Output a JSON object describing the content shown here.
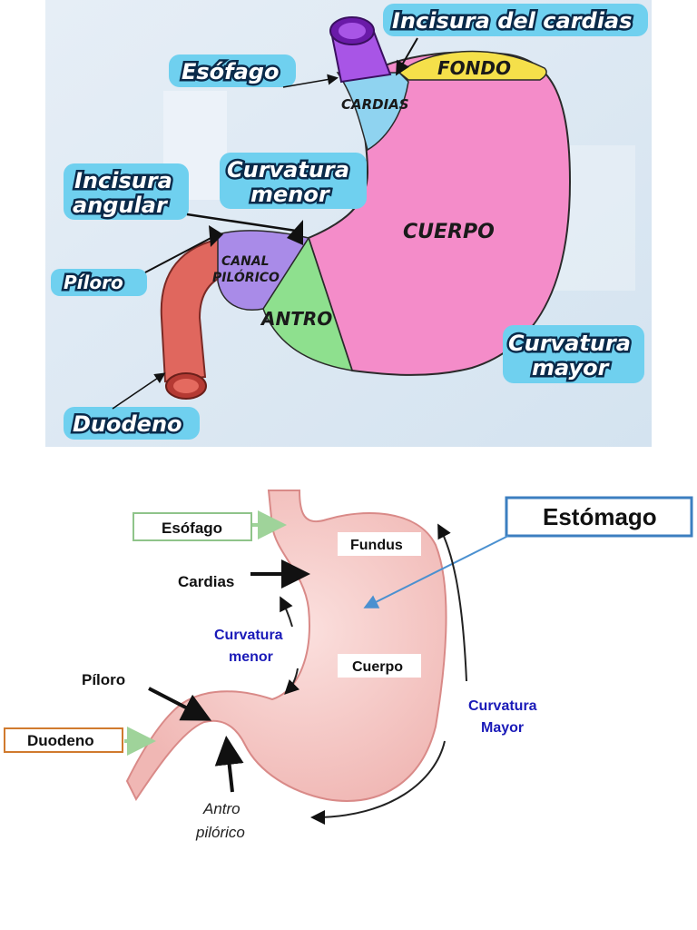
{
  "top_diagram": {
    "labels": {
      "incisura_cardias": "Incisura del cardias",
      "esofago": "Esófago",
      "fondo": "FONDO",
      "cardias": "CARDIAS",
      "curvatura_menor_1": "Curvatura",
      "curvatura_menor_2": "menor",
      "incisura_angular_1": "Incisura",
      "incisura_angular_2": "angular",
      "cuerpo": "CUERPO",
      "canal_1": "CANAL",
      "canal_2": "PILÓRICO",
      "piloro": "Píloro",
      "antro": "ANTRO",
      "curvatura_mayor_1": "Curvatura",
      "curvatura_mayor_2": "mayor",
      "duodeno": "Duodeno"
    },
    "colors": {
      "background": "#dde9f3",
      "bubble": "#6fd0ef",
      "esophagus": "#a855e6",
      "cardias": "#8fd3f0",
      "fundus": "#f5e04a",
      "body": "#f48cc9",
      "antrum": "#8ee08e",
      "canal": "#a98be8",
      "duodenum": "#e0675e"
    }
  },
  "bottom_diagram": {
    "labels": {
      "esofago": "Esófago",
      "fundus": "Fundus",
      "estomago": "Estómago",
      "cardias": "Cardias",
      "curvatura_menor_1": "Curvatura",
      "curvatura_menor_2": "menor",
      "cuerpo": "Cuerpo",
      "piloro": "Píloro",
      "duodeno": "Duodeno",
      "curvatura_mayor_1": "Curvatura",
      "curvatura_mayor_2": "Mayor",
      "antro_1": "Antro",
      "antro_2": "pilórico"
    },
    "colors": {
      "stomach": "#f4c2c0",
      "stomach_edge": "#d98a88",
      "estomago_box": "#3c7fc0",
      "esofago_box": "#8fc48a",
      "duodeno_box": "#d07a2e",
      "curvature_text": "#1a1ab8"
    }
  }
}
